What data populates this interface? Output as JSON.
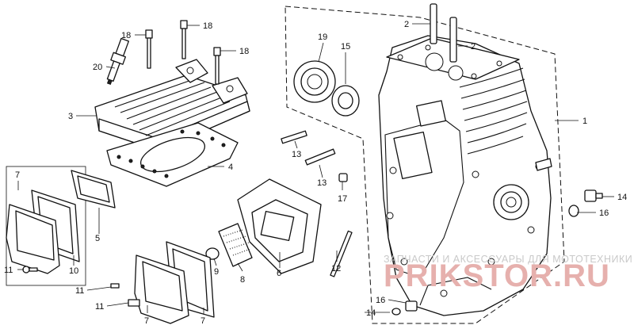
{
  "callouts": {
    "c1": "1",
    "c2a": "2",
    "c2b": "2",
    "c3": "3",
    "c4": "4",
    "c5": "5",
    "c6": "6",
    "c7a": "7",
    "c7b": "7",
    "c7c": "7",
    "c8": "8",
    "c9": "9",
    "c10": "10",
    "c11a": "11",
    "c11b": "11",
    "c11c": "11",
    "c12": "12",
    "c13a": "13",
    "c13b": "13",
    "c14a": "14",
    "c14b": "14",
    "c15": "15",
    "c16a": "16",
    "c16b": "16",
    "c17": "17",
    "c18a": "18",
    "c18b": "18",
    "c18c": "18",
    "c19": "19",
    "c20": "20"
  },
  "watermark": {
    "line1": "ЗАПЧАСТИ И АКСЕССУАРЫ ДЛЯ МОТОТЕХНИКИ",
    "line2": "PRIKSTOR.RU"
  }
}
